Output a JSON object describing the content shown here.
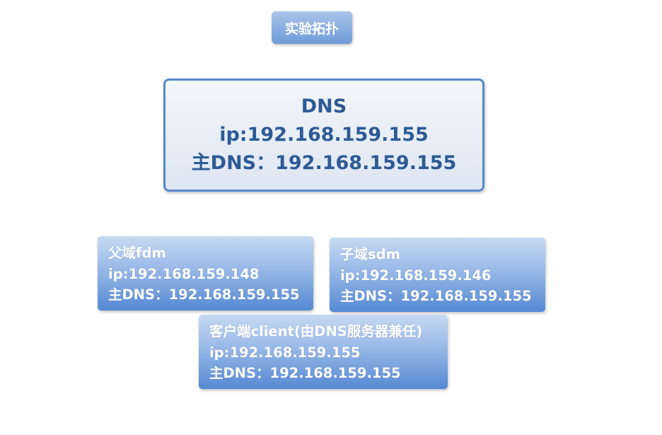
{
  "title": "实验拓扑",
  "dns_server": {
    "name": "DNS",
    "ip": "ip:192.168.159.155",
    "primary_dns": "主DNS：192.168.159.155"
  },
  "nodes": {
    "parent": {
      "name": "父域fdm",
      "ip": "ip:192.168.159.148",
      "primary_dns": "主DNS：192.168.159.155"
    },
    "child": {
      "name": "子域sdm",
      "ip": "ip:192.168.159.146",
      "primary_dns": "主DNS：192.168.159.155"
    },
    "client": {
      "name": "客户端client(由DNS服务器兼任)",
      "ip": "ip:192.168.159.155",
      "primary_dns": "主DNS：192.168.159.155"
    }
  }
}
